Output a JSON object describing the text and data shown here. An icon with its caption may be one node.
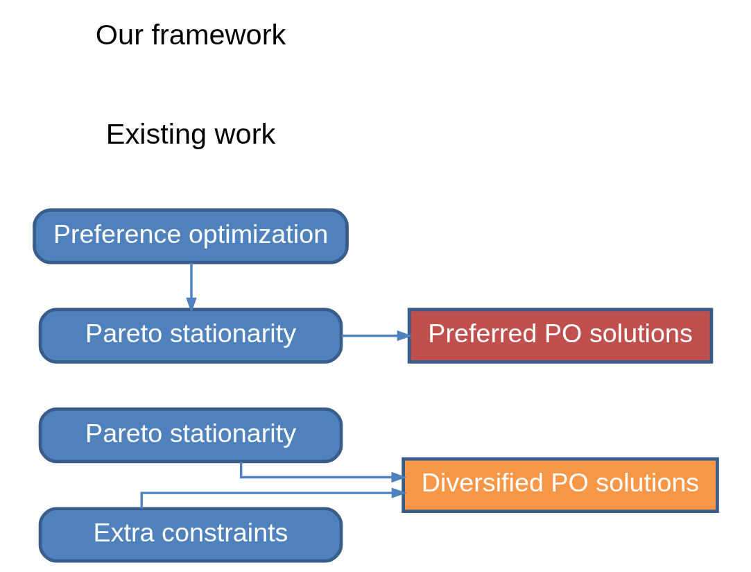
{
  "diagram": {
    "nodes": [
      {
        "text": [
          "Pareto stationarity"
        ]
      },
      {
        "text": [
          "Diversified PO solutions"
        ]
      },
      {
        "text": [
          "Extra constraints"
        ]
      },
      {
        "text": [
          "Preference optimization"
        ]
      },
      {
        "text": [
          "Preferred PO solutions"
        ]
      },
      {
        "text": [
          "Pareto stationarity"
        ]
      }
    ],
    "edges": [
      {
        "from": 0,
        "to": 1,
        "arrow": "to"
      },
      {
        "from": 2,
        "to": 1,
        "arrow": "to"
      },
      {
        "from": 3,
        "to": 5,
        "arrow": "to"
      },
      {
        "from": 5,
        "to": 4,
        "arrow": "to"
      }
    ],
    "labels": [
      "Existing work",
      "Our framework"
    ]
  }
}
